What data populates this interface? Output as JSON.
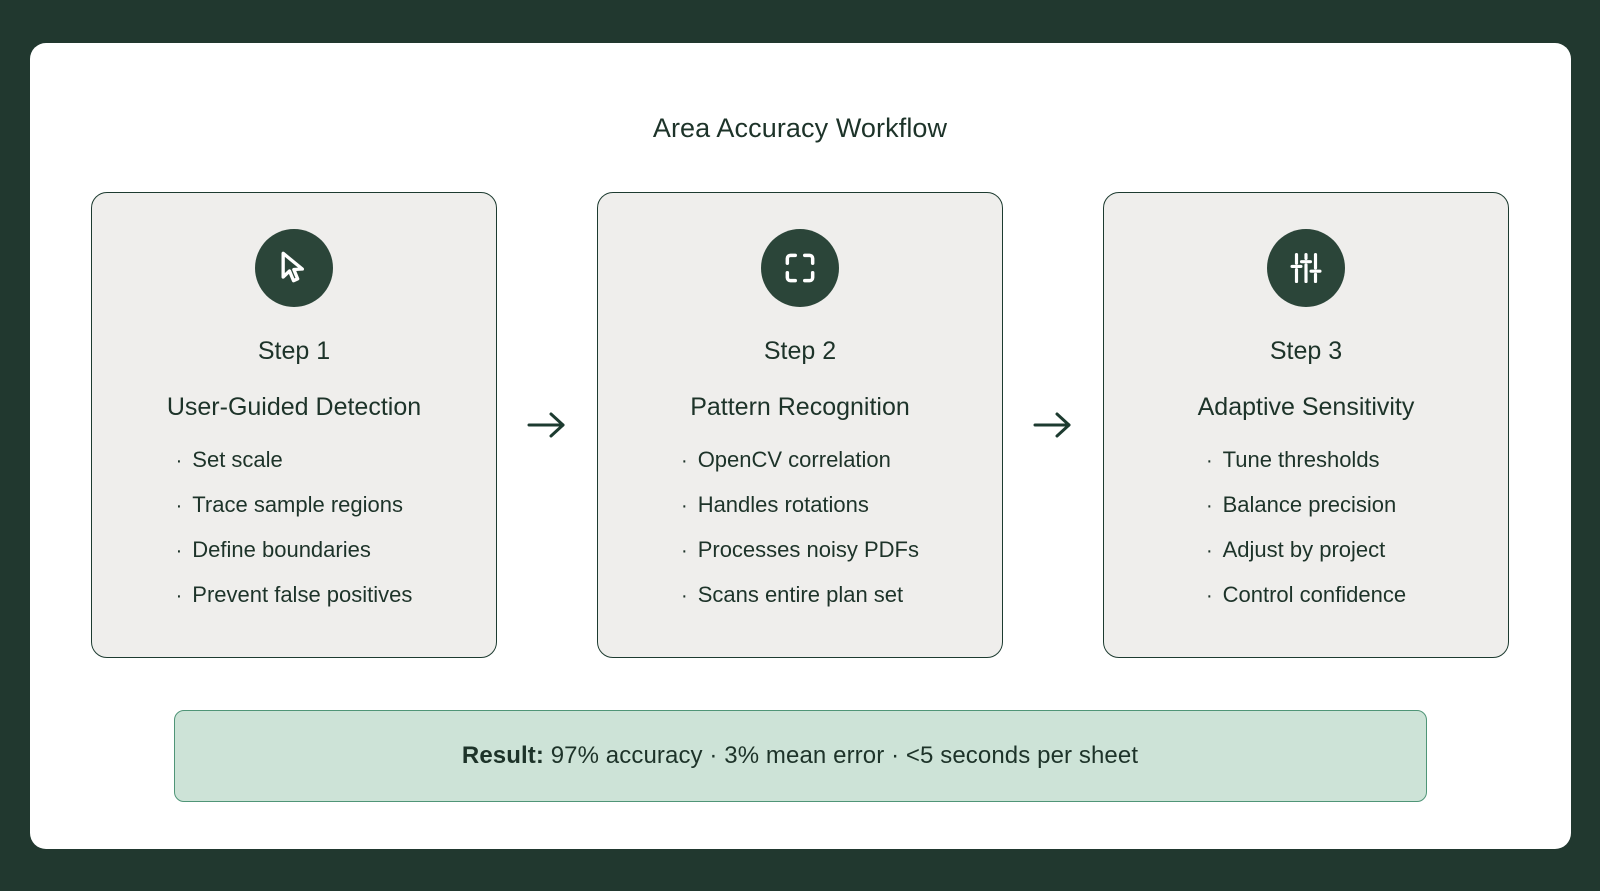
{
  "theme": {
    "page_background": "#21382f",
    "panel_background": "#ffffff",
    "card_background": "#efeeec",
    "card_border": "#1d3b30",
    "icon_circle": "#2b4539",
    "text": "#1d3329",
    "banner_background": "#cde3d7",
    "banner_border": "#4f9577"
  },
  "header": {
    "title": "Area Accuracy Workflow"
  },
  "steps": [
    {
      "icon": "cursor-pointer-icon",
      "step_label": "Step 1",
      "title": "User-Guided Detection",
      "bullets": [
        "Set scale",
        "Trace sample regions",
        "Define boundaries",
        "Prevent false positives"
      ]
    },
    {
      "icon": "scan-frame-icon",
      "step_label": "Step 2",
      "title": "Pattern Recognition",
      "bullets": [
        "OpenCV correlation",
        "Handles rotations",
        "Processes noisy PDFs",
        "Scans entire plan set"
      ]
    },
    {
      "icon": "sliders-icon",
      "step_label": "Step 3",
      "title": "Adaptive Sensitivity",
      "bullets": [
        "Tune thresholds",
        "Balance precision",
        "Adjust by project",
        "Control confidence"
      ]
    }
  ],
  "connectors": [
    {
      "icon": "arrow-right-icon"
    },
    {
      "icon": "arrow-right-icon"
    }
  ],
  "bullet_marker": "·",
  "result": {
    "label": "Result:",
    "value": " 97% accuracy · 3% mean error · <5 seconds per sheet"
  }
}
